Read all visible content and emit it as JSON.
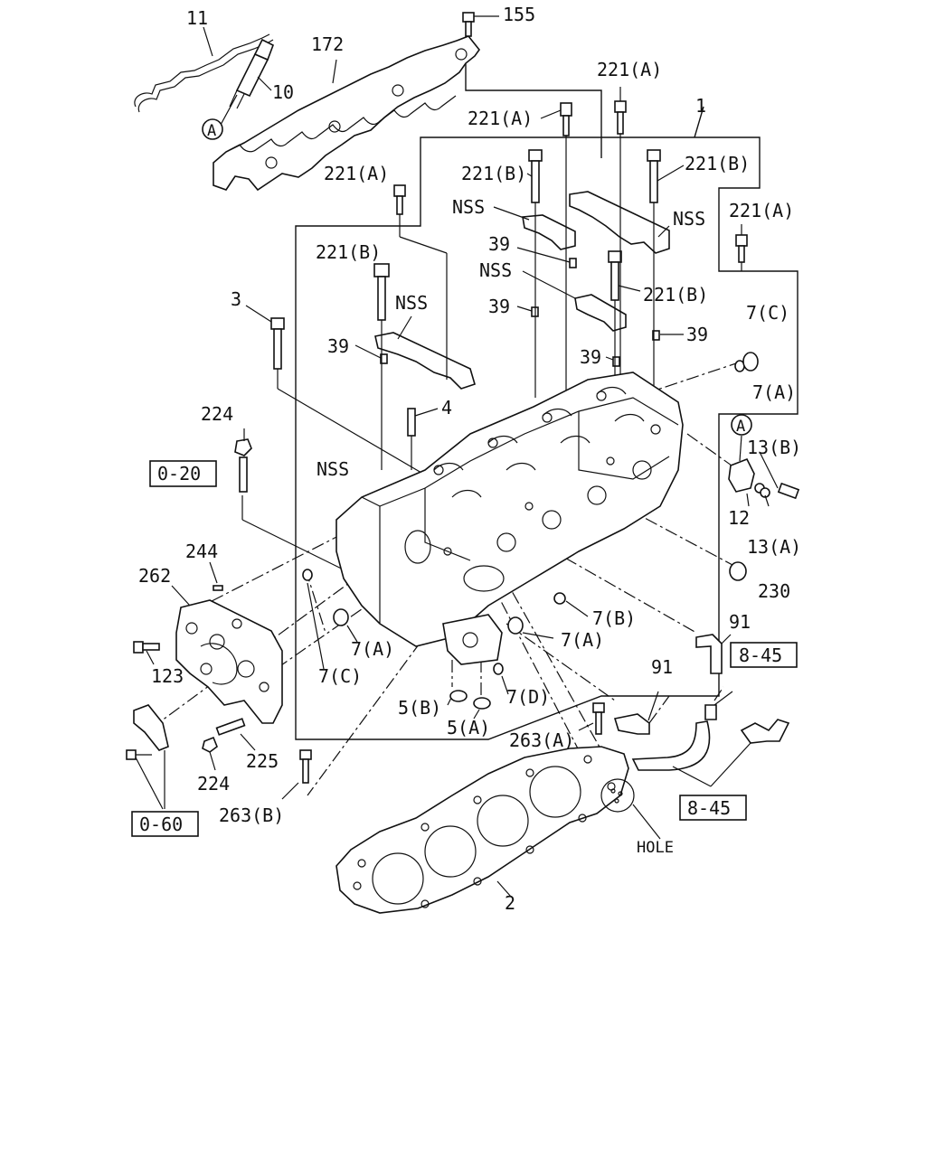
{
  "labels": {
    "p155": "155",
    "p11": "11",
    "p172": "172",
    "p10": "10",
    "pA1": "A",
    "p221A_top": "221(A)",
    "p221A_2": "221(A)",
    "p1": "1",
    "p221B_1": "221(B)",
    "p221B_2": "221(B)",
    "p221A_left": "221(A)",
    "p221A_right": "221(A)",
    "nss1": "NSS",
    "nss2": "NSS",
    "p39_1": "39",
    "nss3": "NSS",
    "p221B_3": "221(B)",
    "nss4": "NSS",
    "p221B_4": "221(B)",
    "p39_2": "39",
    "p7C_top": "7(C)",
    "p3": "3",
    "p39_3": "39",
    "p39_4": "39",
    "p39_5": "39",
    "p7A_top": "7(A)",
    "p224_top": "224",
    "p4": "4",
    "pA2": "A",
    "p13B": "13(B)",
    "ref020": "0-20",
    "nss5": "NSS",
    "p12": "12",
    "p13A": "13(A)",
    "p244": "244",
    "p262": "262",
    "p230": "230",
    "p7B": "7(B)",
    "p91_1": "91",
    "p123": "123",
    "p7A_1": "7(A)",
    "p7A_2": "7(A)",
    "ref845_1": "8-45",
    "p7C_bot": "7(C)",
    "p91_2": "91",
    "p7D": "7(D)",
    "p5B": "5(B)",
    "p5A": "5(A)",
    "p263A": "263(A)",
    "p225": "225",
    "p224_bot": "224",
    "p263B": "263(B)",
    "ref845_2": "8-45",
    "ref060": "0-60",
    "hole": "HOLE",
    "p2": "2"
  }
}
